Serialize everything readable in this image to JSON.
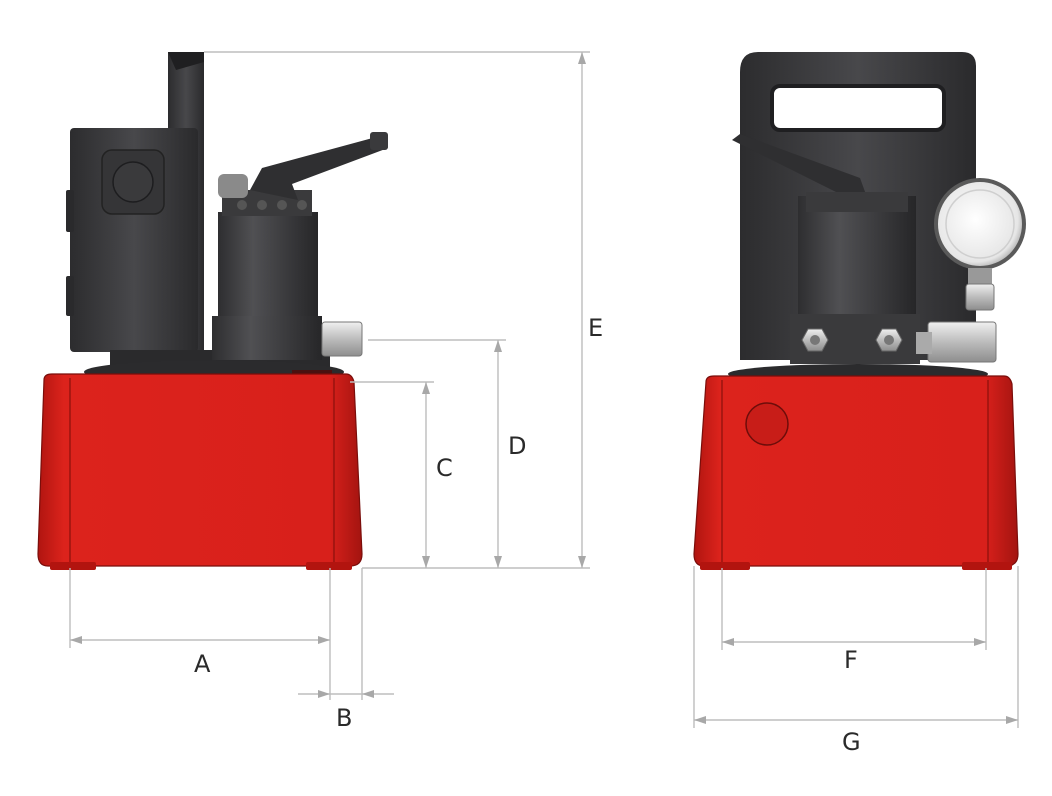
{
  "labels": {
    "a": "A",
    "b": "B",
    "c": "C",
    "d": "D",
    "e": "E",
    "f": "F",
    "g": "G"
  },
  "colors": {
    "reservoir_red": "#d8201b",
    "body_dark": "#3b3b3d",
    "dimension_line": "#bdbdbd"
  }
}
